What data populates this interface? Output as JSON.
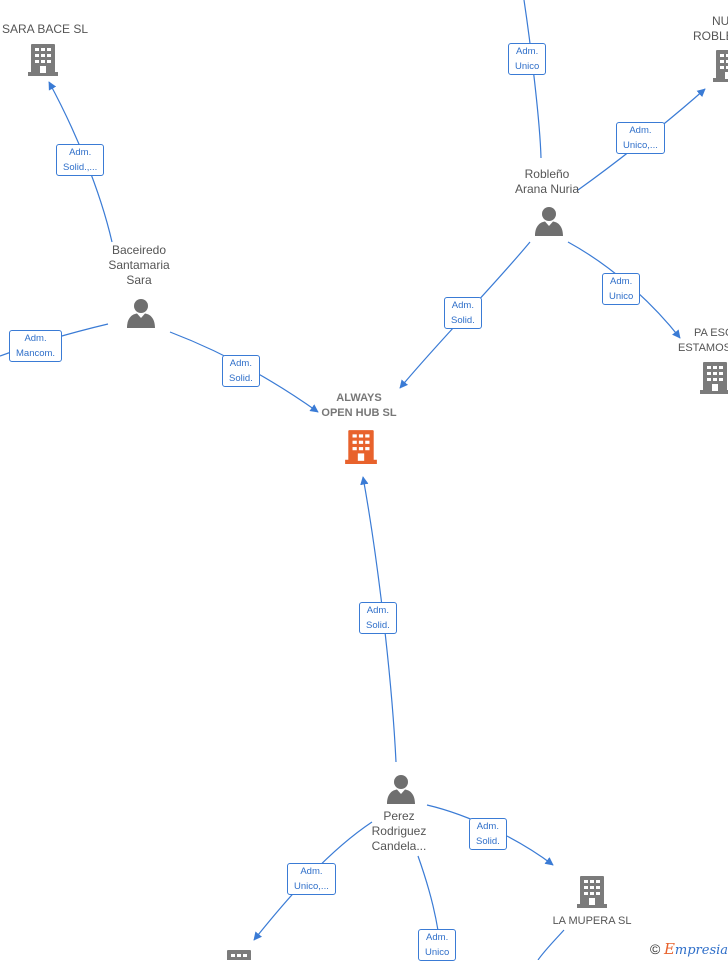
{
  "colors": {
    "edge": "#3a7bd5",
    "building": "#7b7b7b",
    "center_building": "#e8622c",
    "person": "#6f6f6f",
    "label_text": "#555555"
  },
  "nodes": {
    "sara_bace": {
      "lines": [
        "SARA BACE  SL"
      ],
      "icon": "building-icon"
    },
    "nu_roble": {
      "lines": [
        "NU",
        "ROBLE"
      ],
      "icon": "building-icon"
    },
    "robleno": {
      "lines": [
        "Robleño",
        "Arana Nuria"
      ],
      "icon": "person-icon"
    },
    "baceiredo": {
      "lines": [
        "Baceiredo",
        "Santamaria",
        "Sara"
      ],
      "icon": "person-icon"
    },
    "pa_esc": {
      "lines": [
        "PA ESC",
        "ESTAMOS"
      ],
      "icon": "building-icon"
    },
    "always": {
      "lines": [
        "ALWAYS",
        "OPEN HUB  SL"
      ],
      "icon": "building-icon"
    },
    "perez": {
      "lines": [
        "Perez",
        "Rodriguez",
        "Candela..."
      ],
      "icon": "person-icon"
    },
    "la_mupera": {
      "lines": [
        "LA MUPERA  SL"
      ],
      "icon": "building-icon"
    },
    "bottom_company": {
      "lines": [],
      "icon": "building-icon"
    }
  },
  "edges": {
    "top_to_robleno": {
      "lines": [
        "Adm.",
        "Unico"
      ]
    },
    "robleno_to_nu": {
      "lines": [
        "Adm.",
        "Unico,..."
      ]
    },
    "robleno_to_always": {
      "lines": [
        "Adm.",
        "Solid."
      ]
    },
    "robleno_to_pa": {
      "lines": [
        "Adm.",
        "Unico"
      ]
    },
    "baceiredo_to_sara": {
      "lines": [
        "Adm.",
        "Solid.,..."
      ]
    },
    "baceiredo_to_left": {
      "lines": [
        "Adm.",
        "Mancom."
      ]
    },
    "baceiredo_to_always": {
      "lines": [
        "Adm.",
        "Solid."
      ]
    },
    "perez_to_always": {
      "lines": [
        "Adm.",
        "Solid."
      ]
    },
    "perez_to_mupera": {
      "lines": [
        "Adm.",
        "Solid."
      ]
    },
    "perez_to_bottom_left": {
      "lines": [
        "Adm.",
        "Unico,..."
      ]
    },
    "perez_to_bottom": {
      "lines": [
        "Adm.",
        "Unico"
      ]
    }
  },
  "watermark": {
    "copyright": "©",
    "brand_e": "E",
    "brand_rest": "mpresia"
  }
}
